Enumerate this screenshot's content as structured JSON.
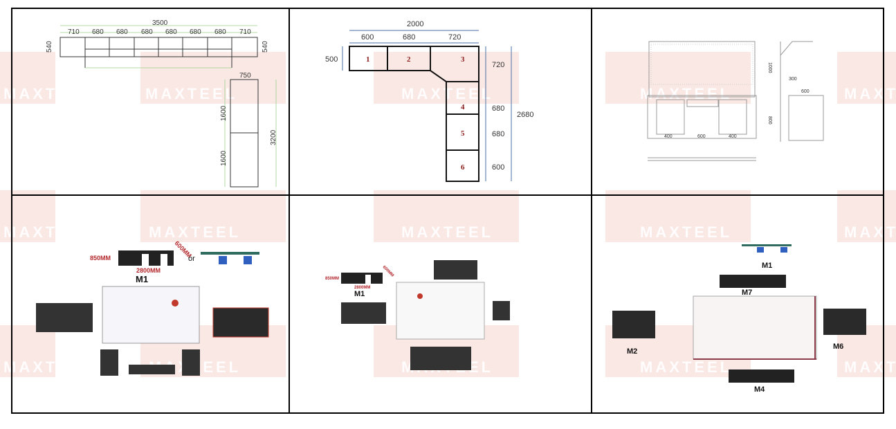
{
  "watermark": "MAXTEEL",
  "colors": {
    "grid_border": "#000000",
    "watermark": "#f7d9d2",
    "dimension_green": "#9ccf8a",
    "accent_red": "#b3282d",
    "dimension_blue": "#4a6fa5"
  },
  "panels": {
    "p1": {
      "total": "3500",
      "segments": [
        "710",
        "680",
        "680",
        "680",
        "680",
        "680",
        "680",
        "710"
      ],
      "depth_left": "540",
      "depth_right": "540",
      "side_width": "750",
      "side_upper": "1600",
      "side_lower": "1600",
      "side_total": "3200"
    },
    "p2": {
      "total": "2000",
      "top": [
        "600",
        "680",
        "720"
      ],
      "left": "500",
      "boxes": [
        "1",
        "2",
        "3",
        "4",
        "5",
        "6"
      ],
      "right": [
        "720",
        "680",
        "680",
        "600"
      ],
      "right_total": "2680"
    },
    "p3": {
      "drawers": [
        "400",
        "600",
        "400"
      ],
      "panel_height": "1000",
      "bench_height": "800",
      "shelf": "300",
      "side_depth": "600"
    },
    "p4": {
      "height": "850MM",
      "depth": "600MM",
      "width": "2800MM",
      "or": "or",
      "module": "M1"
    },
    "p5": {
      "height": "850MM",
      "depth": "600MM",
      "width": "2800MM",
      "module": "M1"
    },
    "p6": {
      "modules": [
        "M1",
        "M7",
        "M2",
        "M6",
        "M4"
      ]
    }
  }
}
